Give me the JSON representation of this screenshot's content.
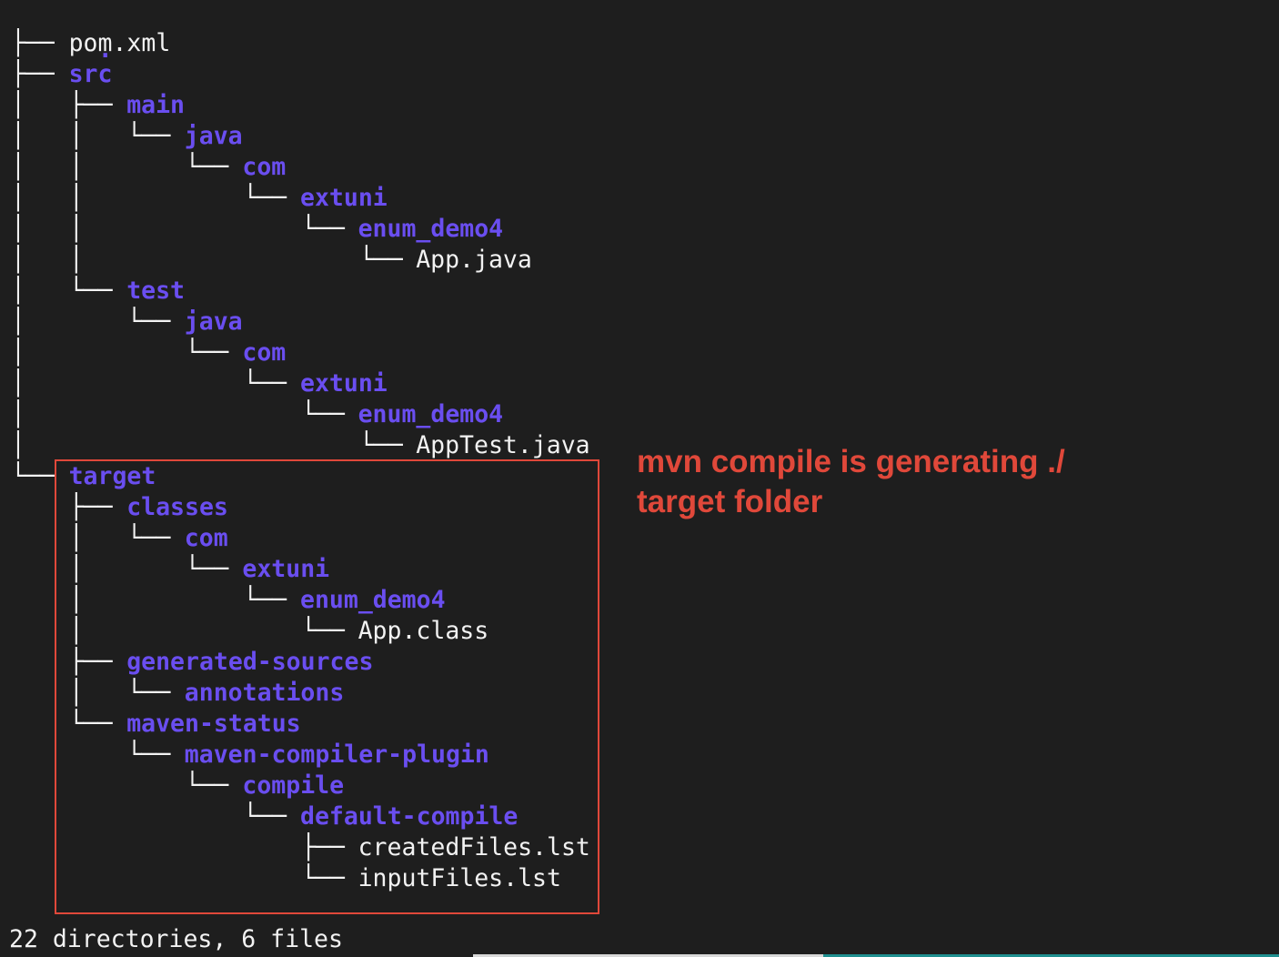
{
  "tree": {
    "root": ".",
    "entries": [
      {
        "prefix": "├── ",
        "name": "pom.xml",
        "kind": "file"
      },
      {
        "prefix": "├── ",
        "name": "src",
        "kind": "dir"
      },
      {
        "prefix": "│   ├── ",
        "name": "main",
        "kind": "dir"
      },
      {
        "prefix": "│   │   └── ",
        "name": "java",
        "kind": "dir"
      },
      {
        "prefix": "│   │       └── ",
        "name": "com",
        "kind": "dir"
      },
      {
        "prefix": "│   │           └── ",
        "name": "extuni",
        "kind": "dir"
      },
      {
        "prefix": "│   │               └── ",
        "name": "enum_demo4",
        "kind": "dir"
      },
      {
        "prefix": "│   │                   └── ",
        "name": "App.java",
        "kind": "file"
      },
      {
        "prefix": "│   └── ",
        "name": "test",
        "kind": "dir"
      },
      {
        "prefix": "│       └── ",
        "name": "java",
        "kind": "dir"
      },
      {
        "prefix": "│           └── ",
        "name": "com",
        "kind": "dir"
      },
      {
        "prefix": "│               └── ",
        "name": "extuni",
        "kind": "dir"
      },
      {
        "prefix": "│                   └── ",
        "name": "enum_demo4",
        "kind": "dir"
      },
      {
        "prefix": "│                       └── ",
        "name": "AppTest.java",
        "kind": "file"
      },
      {
        "prefix": "└── ",
        "name": "target",
        "kind": "dir"
      },
      {
        "prefix": "    ├── ",
        "name": "classes",
        "kind": "dir"
      },
      {
        "prefix": "    │   └── ",
        "name": "com",
        "kind": "dir"
      },
      {
        "prefix": "    │       └── ",
        "name": "extuni",
        "kind": "dir"
      },
      {
        "prefix": "    │           └── ",
        "name": "enum_demo4",
        "kind": "dir"
      },
      {
        "prefix": "    │               └── ",
        "name": "App.class",
        "kind": "file"
      },
      {
        "prefix": "    ├── ",
        "name": "generated-sources",
        "kind": "dir"
      },
      {
        "prefix": "    │   └── ",
        "name": "annotations",
        "kind": "dir"
      },
      {
        "prefix": "    └── ",
        "name": "maven-status",
        "kind": "dir"
      },
      {
        "prefix": "        └── ",
        "name": "maven-compiler-plugin",
        "kind": "dir"
      },
      {
        "prefix": "            └── ",
        "name": "compile",
        "kind": "dir"
      },
      {
        "prefix": "                └── ",
        "name": "default-compile",
        "kind": "dir"
      },
      {
        "prefix": "                    ├── ",
        "name": "createdFiles.lst",
        "kind": "file"
      },
      {
        "prefix": "                    └── ",
        "name": "inputFiles.lst",
        "kind": "file"
      }
    ]
  },
  "annotation": {
    "text": "mvn compile is generating ./ target folder",
    "color": "#e0483a"
  },
  "summary": "22 directories, 6 files",
  "colors": {
    "background": "#1e1e1e",
    "directory": "#6a4ef0",
    "file": "#f2f2f2",
    "highlight": "#e0483a"
  }
}
